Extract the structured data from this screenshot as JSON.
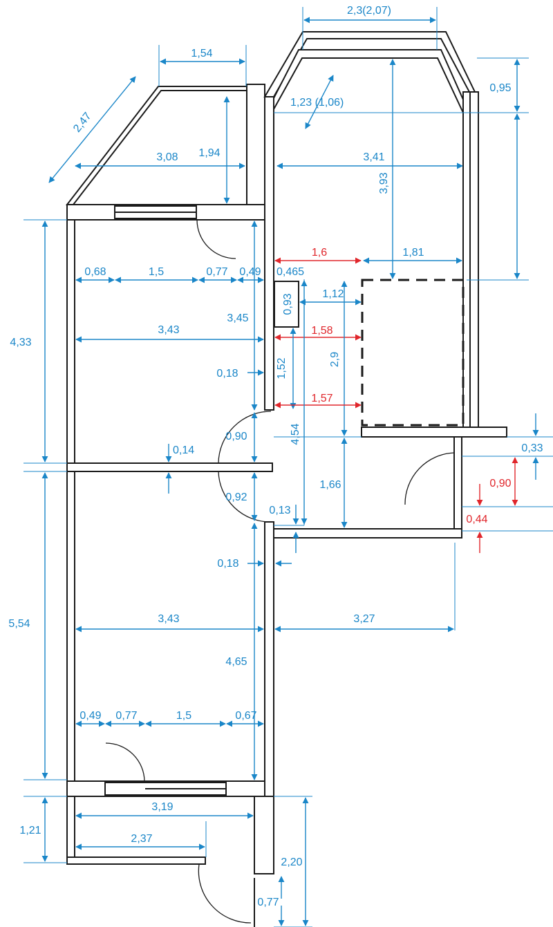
{
  "colors": {
    "blue": "#1a86c8",
    "red": "#e0262b",
    "wall": "#1a1a1a"
  },
  "labels": {
    "l_2_3": "2,3(2,07)",
    "l_1_54": "1,54",
    "l_0_95": "0,95",
    "l_1_23": "1,23 (1,06)",
    "l_2_47": "2,47",
    "l_3_08": "3,08",
    "l_1_94": "1,94",
    "l_3_41": "3,41",
    "l_3_93": "3,93",
    "l_1_6": "1,6",
    "l_1_81": "1,81",
    "l_4_33": "4,33",
    "l_0_68": "0,68",
    "l_1_5a": "1,5",
    "l_0_77a": "0,77",
    "l_0_49a": "0,49",
    "l_0_465": "0,465",
    "l_0_93": "0,93",
    "l_1_12": "1,12",
    "l_3_43a": "3,43",
    "l_3_45": "3,45",
    "l_1_58": "1,58",
    "l_0_18a": "0,18",
    "l_1_52": "1,52",
    "l_2_9": "2,9",
    "l_1_57": "1,57",
    "l_0_90a": "0,90",
    "l_4_54": "4,54",
    "l_0_33": "0,33",
    "l_0_14": "0,14",
    "l_0_90b": "0,90",
    "l_1_66": "1,66",
    "l_0_92": "0,92",
    "l_0_13": "0,13",
    "l_0_44": "0,44",
    "l_0_18b": "0,18",
    "l_5_54": "5,54",
    "l_3_43b": "3,43",
    "l_3_27": "3,27",
    "l_4_65": "4,65",
    "l_0_49b": "0,49",
    "l_0_77b": "0,77",
    "l_1_5b": "1,5",
    "l_0_67": "0,67",
    "l_3_19": "3,19",
    "l_1_21": "1,21",
    "l_2_37": "2,37",
    "l_2_20": "2,20",
    "l_0_77c": "0,77"
  }
}
